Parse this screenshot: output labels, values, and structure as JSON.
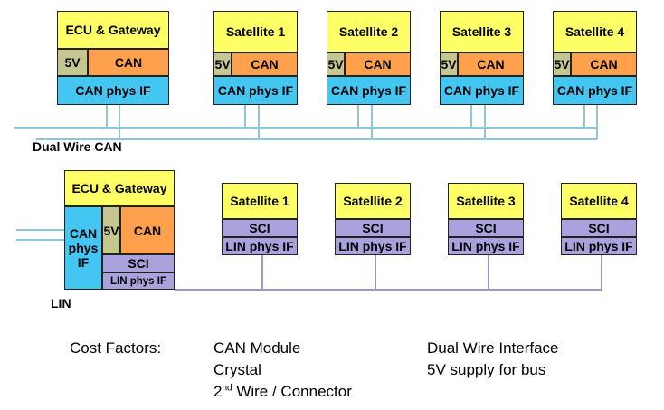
{
  "can_section": {
    "gateway": {
      "title": "ECU & Gateway",
      "supply": "5V",
      "can": "CAN",
      "phys": "CAN phys IF"
    },
    "satellites": [
      {
        "title": "Satellite 1",
        "supply": "5V",
        "can": "CAN",
        "phys": "CAN phys IF"
      },
      {
        "title": "Satellite 2",
        "supply": "5V",
        "can": "CAN",
        "phys": "CAN phys IF"
      },
      {
        "title": "Satellite 3",
        "supply": "5V",
        "can": "CAN",
        "phys": "CAN phys IF"
      },
      {
        "title": "Satellite 4",
        "supply": "5V",
        "can": "CAN",
        "phys": "CAN phys IF"
      }
    ],
    "bus_label": "Dual Wire CAN"
  },
  "lin_section": {
    "gateway": {
      "title": "ECU & Gateway",
      "can_phys": "CAN phys IF",
      "supply": "5V",
      "can": "CAN",
      "sci": "SCI",
      "lin_phys": "LIN phys IF"
    },
    "satellites": [
      {
        "title": "Satellite 1",
        "sci": "SCI",
        "lin_phys": "LIN phys IF"
      },
      {
        "title": "Satellite 2",
        "sci": "SCI",
        "lin_phys": "LIN phys IF"
      },
      {
        "title": "Satellite 3",
        "sci": "SCI",
        "lin_phys": "LIN phys IF"
      },
      {
        "title": "Satellite 4",
        "sci": "SCI",
        "lin_phys": "LIN phys IF"
      }
    ],
    "bus_label": "LIN"
  },
  "cost": {
    "heading": "Cost Factors:",
    "column1": {
      "item1": "CAN Module",
      "item2": "Crystal",
      "item3_pre": "2",
      "item3_sup": "nd",
      "item3_post": " Wire / Connector"
    },
    "column2": {
      "item1": "Dual Wire Interface",
      "item2": "5V supply for bus"
    }
  },
  "colors": {
    "wire": "#8cc8d8",
    "lin_wire": "#9c94d8"
  }
}
